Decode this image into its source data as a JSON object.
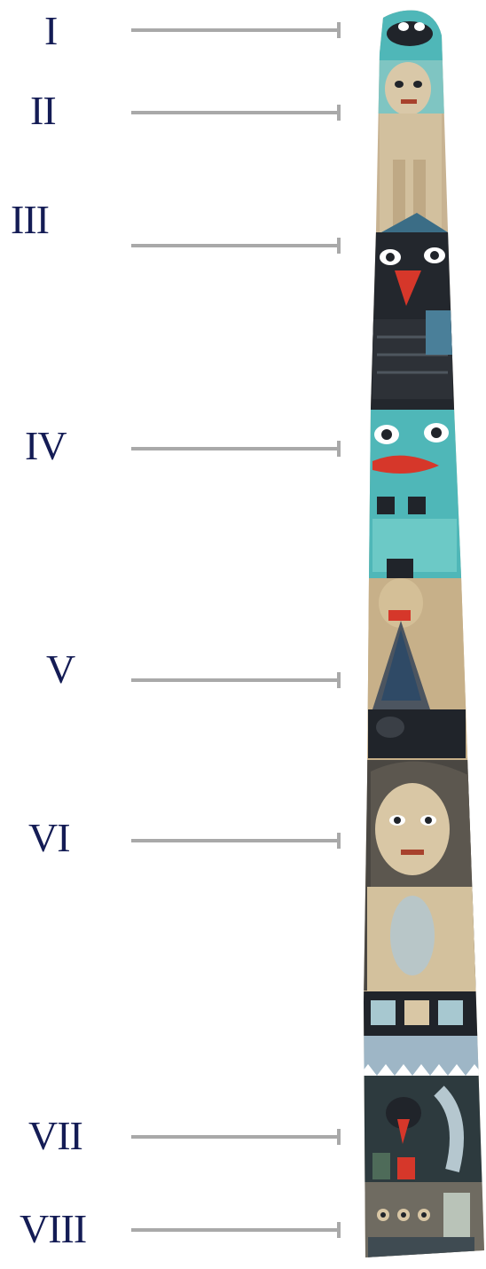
{
  "labels": [
    {
      "numeral": "I"
    },
    {
      "numeral": "II"
    },
    {
      "numeral": "III"
    },
    {
      "numeral": "IV"
    },
    {
      "numeral": "V"
    },
    {
      "numeral": "VI"
    },
    {
      "numeral": "VII"
    },
    {
      "numeral": "VIII"
    }
  ],
  "colors": {
    "label_text": "#141c55",
    "leader_line": "#a9a9a9",
    "teal": "#4fb7b8",
    "dark": "#20242a",
    "wood": "#c8b392",
    "red": "#d6372a"
  },
  "image": {
    "subject": "totem-pole-photo"
  }
}
